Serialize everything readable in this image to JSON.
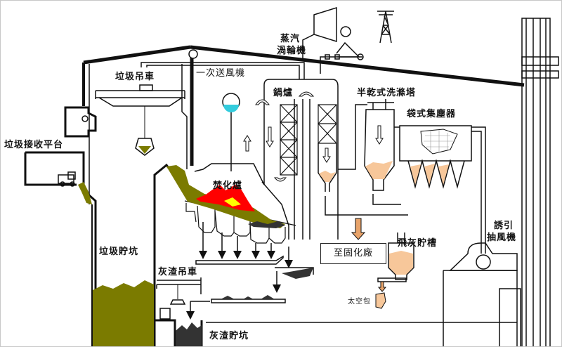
{
  "labels": {
    "turbine_line1": "蒸汽",
    "turbine_line2": "渦輪機",
    "garbage_crane": "垃圾吊車",
    "primary_fan": "一次送風機",
    "boiler": "鍋爐",
    "scrubber": "半乾式洗滌塔",
    "baghouse": "袋式集塵器",
    "receiving_platform": "垃圾接收平台",
    "incinerator": "焚化爐",
    "garbage_pit": "垃圾貯坑",
    "ash_crane": "灰渣吊車",
    "ash_pit": "灰渣貯坑",
    "to_solidification_plant": "至固化廠",
    "fly_ash_tank": "飛灰貯槽",
    "id_fan_line1": "誘引",
    "id_fan_line2": "抽風機",
    "jumbo_bag": "太空包"
  },
  "colors": {
    "garbage": "#7b7b00",
    "flame": "#ff0000",
    "flame_core": "#ffff00",
    "ash": "#333333",
    "fly_ash": "#f7c79a",
    "arrow_fill": "#e8a36a",
    "water": "#33ccdd"
  }
}
